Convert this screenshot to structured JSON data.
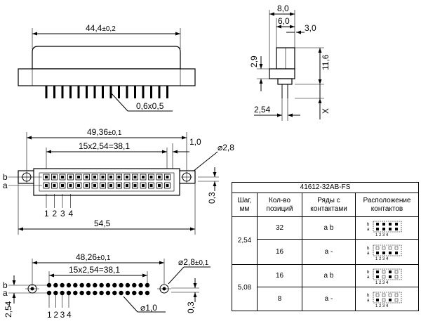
{
  "top_view": {
    "width_dim": "44,4",
    "width_tol": "±0,2",
    "pin_dim": "0,6х0,5"
  },
  "side_view": {
    "dim_total": "8,0",
    "dim_body": "6,0",
    "dim_right": "3,0",
    "dim_height": "11,6",
    "dim_left": "2,9",
    "dim_pitch": "2,54",
    "dim_x": "X"
  },
  "front_view": {
    "dim_holes": "49,36",
    "dim_holes_tol": "±0,1",
    "dim_pins": "15х2,54=38,1",
    "dim_offset": "1,0",
    "dim_hole_dia": "⌀2,8",
    "dim_overall": "54,5",
    "dim_row_gap": "0,3",
    "row_b": "b",
    "row_a": "a",
    "pin_nums": [
      "1",
      "2",
      "3",
      "4"
    ]
  },
  "footprint": {
    "dim_holes": "48,26",
    "dim_holes_tol": "±0,1",
    "dim_pins": "15х2,54=38,1",
    "dim_hole_dia": "⌀2,8",
    "dim_hole_dia_tol": "±0,1",
    "dim_pin_dia": "⌀1,0",
    "dim_row_gap": "0,3",
    "dim_pitch": "2,54",
    "row_b": "b",
    "row_a": "a",
    "pin_nums": [
      "1",
      "2",
      "3",
      "4"
    ]
  },
  "table": {
    "title": "41612-32AB-FS",
    "headers": [
      "Шаг, мм",
      "Кол-во позиций",
      "Ряды с контактами",
      "Расположение контактов"
    ],
    "rows": [
      {
        "pitch": "2,54",
        "positions": "32",
        "rows": "a b"
      },
      {
        "pitch": "",
        "positions": "16",
        "rows": "a -"
      },
      {
        "pitch": "5,08",
        "positions": "16",
        "rows": "a b"
      },
      {
        "pitch": "",
        "positions": "8",
        "rows": "a -"
      }
    ],
    "mini_labels": {
      "b": "b",
      "a": "a",
      "nums": "1 2 3 4"
    }
  }
}
